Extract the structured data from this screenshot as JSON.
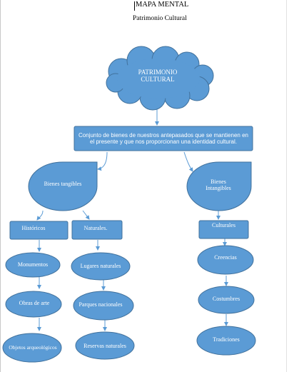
{
  "document": {
    "title": "MAPA MENTAL",
    "subtitle": "Patrimonio Cultural"
  },
  "diagram": {
    "central": "PATRIMONIO CULTURAL",
    "definition": "Conjunto de bienes de nuestros antepasados que se mantienen en el presente y que nos proporcionan una identidad cultural.",
    "branches": {
      "tangibles": "Bienes tangibles",
      "intangibles": "Bienes Intangibles"
    },
    "categories": {
      "historicos": "Históricos",
      "naturales": "Naturales.",
      "culturales": "Culturales"
    },
    "items": {
      "monumentos": "Monumentos",
      "obras_de_arte": "Obras de arte",
      "objetos_arqueologicos": "Objetos arqueológicos",
      "lugares_naturales": "Lugares naturales",
      "parques_nacionales": "Parques nacionales",
      "reservas_naturales": "Reservas naturales",
      "creencias": "Creencias",
      "costumbres": "Costumbres",
      "tradiciones": "Tradiciones"
    }
  },
  "colors": {
    "fill": "#5b9bd5",
    "stroke": "#41719c",
    "text": "#ffffff"
  }
}
